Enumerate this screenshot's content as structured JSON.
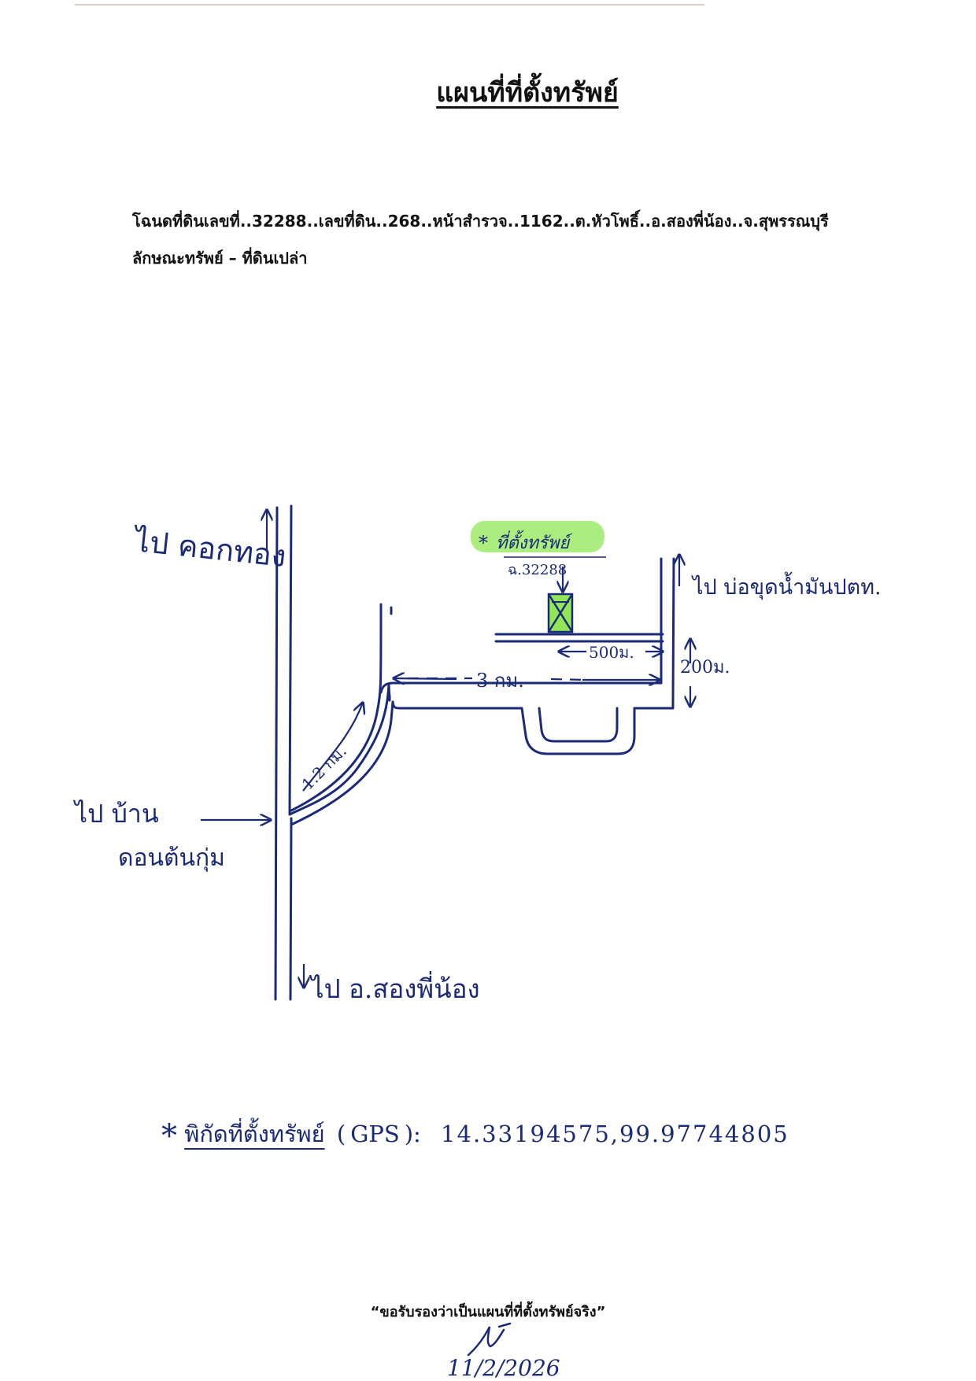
{
  "document": {
    "title": "แผนที่ที่ตั้งทรัพย์",
    "deed_line": "โฉนดที่ดินเลขที่..32288..เลขที่ดิน..268..หน้าสำรวจ..1162..ต.หัวโพธิ์..อ.สองพี่น้อง..จ.สุพรรณบุรี",
    "property_type_line": "ลักษณะทรัพย์  – ที่ดินเปล่า"
  },
  "map": {
    "to_top_label": "ไป คอกทอง",
    "to_village_label_1": "ไป บ้าน",
    "to_village_label_2": "ดอนต้นกุ่ม",
    "to_bottom_label": "ไป อ.สองพี่น้อง",
    "property_label": "ที่ตั้งทรัพย์",
    "property_star": "*",
    "deed_no": "ฉ.32288",
    "to_right_label": "ไป บ่อขุดน้ำมันปตท.",
    "dist_main": "3 กม.",
    "dist_curve": "1.2 กม.",
    "dist_500": "500ม.",
    "dist_200": "200ม.",
    "highlight_color": "#7fe33a",
    "ink_color": "#1b2a78"
  },
  "gps": {
    "star": "*",
    "label": "พิกัดที่ตั้งทรัพย์",
    "paren_open": "(",
    "gps_text": "GPS",
    "paren_close": "):",
    "coords": "14.33194575,99.97744805"
  },
  "footer": {
    "certification": "“ขอรับรองว่าเป็นแผนที่ที่ตั้งทรัพย์จริง”",
    "signature_date": "11/2/2026"
  }
}
